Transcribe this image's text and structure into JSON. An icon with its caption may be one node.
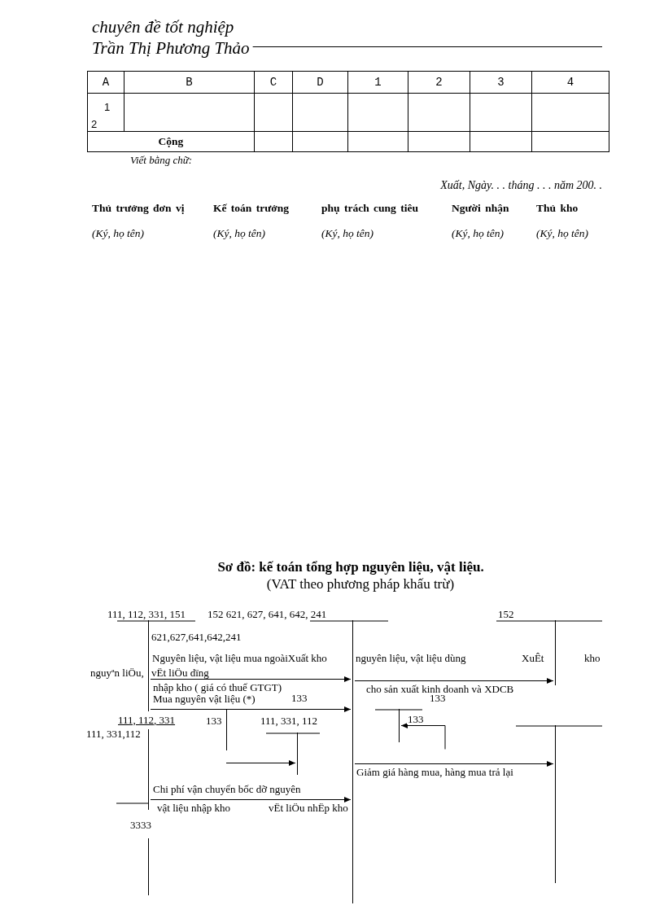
{
  "diagram": {
    "title": "Sơ đồ: kế toán tổng hợp nguyên liệu, vật liệu.",
    "nodes": [
      {
        "text": [
          "111, 112, 331, 151"
        ]
      },
      {
        "text": [],
        "shape": "bar"
      },
      {
        "text": [
          "152"
        ]
      },
      {
        "text": [
          "133"
        ]
      },
      {
        "text": [
          "133"
        ]
      },
      {
        "text": [
          "111, 331, 112"
        ]
      },
      {
        "text": [],
        "shape": "bar"
      }
    ],
    "edges": [
      {
        "from": 0,
        "to": 1,
        "arrow": "to",
        "label": "nhập kho ( giá có thuế GTGT)"
      },
      {
        "from": 0,
        "to": 1,
        "arrow": "to",
        "label": "Mua nguyên vật liệu (*)"
      },
      {
        "from": 1,
        "to": 2,
        "arrow": "to",
        "label": "cho sản xuất kinh doanh và XDCB"
      },
      {
        "from": null,
        "to": 4,
        "arrow": "to",
        "label": "133"
      },
      {
        "from": null,
        "to": 5,
        "arrow": "to"
      },
      {
        "from": 1,
        "to": 6,
        "arrow": "to",
        "label": "Giảm giá hàng mua, hàng mua trả lại"
      },
      {
        "from": 0,
        "to": 1,
        "arrow": "to",
        "label": "Chi phí vận chuyển bốc dỡ nguyên"
      }
    ],
    "labels": [
      "chuyên đề tốt nghiệp",
      "Trần Thị Phương Thảo",
      "A",
      "B",
      "C",
      "D",
      "1",
      "2",
      "3",
      "4",
      "1",
      "2",
      "Cộng",
      "Viết bằng chữ:",
      "Xuất, Ngày. . . tháng . . . năm 200. .",
      "Thủ trưởng đơn vị",
      "Kế toán trưởng",
      "phụ trách cung tiêu",
      "Người nhận",
      "Thủ kho",
      "(Ký, họ tên)",
      "(Ký, họ tên)",
      "(Ký, họ tên)",
      "(Ký, họ tên)",
      "(Ký, họ tên)",
      "(VAT theo phương pháp khấu trừ)",
      "152 621, 627, 641, 642, 241",
      "621,627,641,642,241",
      "Nguyên liệu, vật liệu mua ngoàiXuất kho",
      "nguyên liệu, vật liệu dùng",
      "XuÊt",
      "kho",
      "nguyªn liÖu,",
      "vËt liÖu dïng",
      "133",
      "111, 112, 331",
      "111, 331,112",
      "vật liệu nhập kho",
      "vËt liÖu nhËp kho",
      "3333"
    ]
  }
}
